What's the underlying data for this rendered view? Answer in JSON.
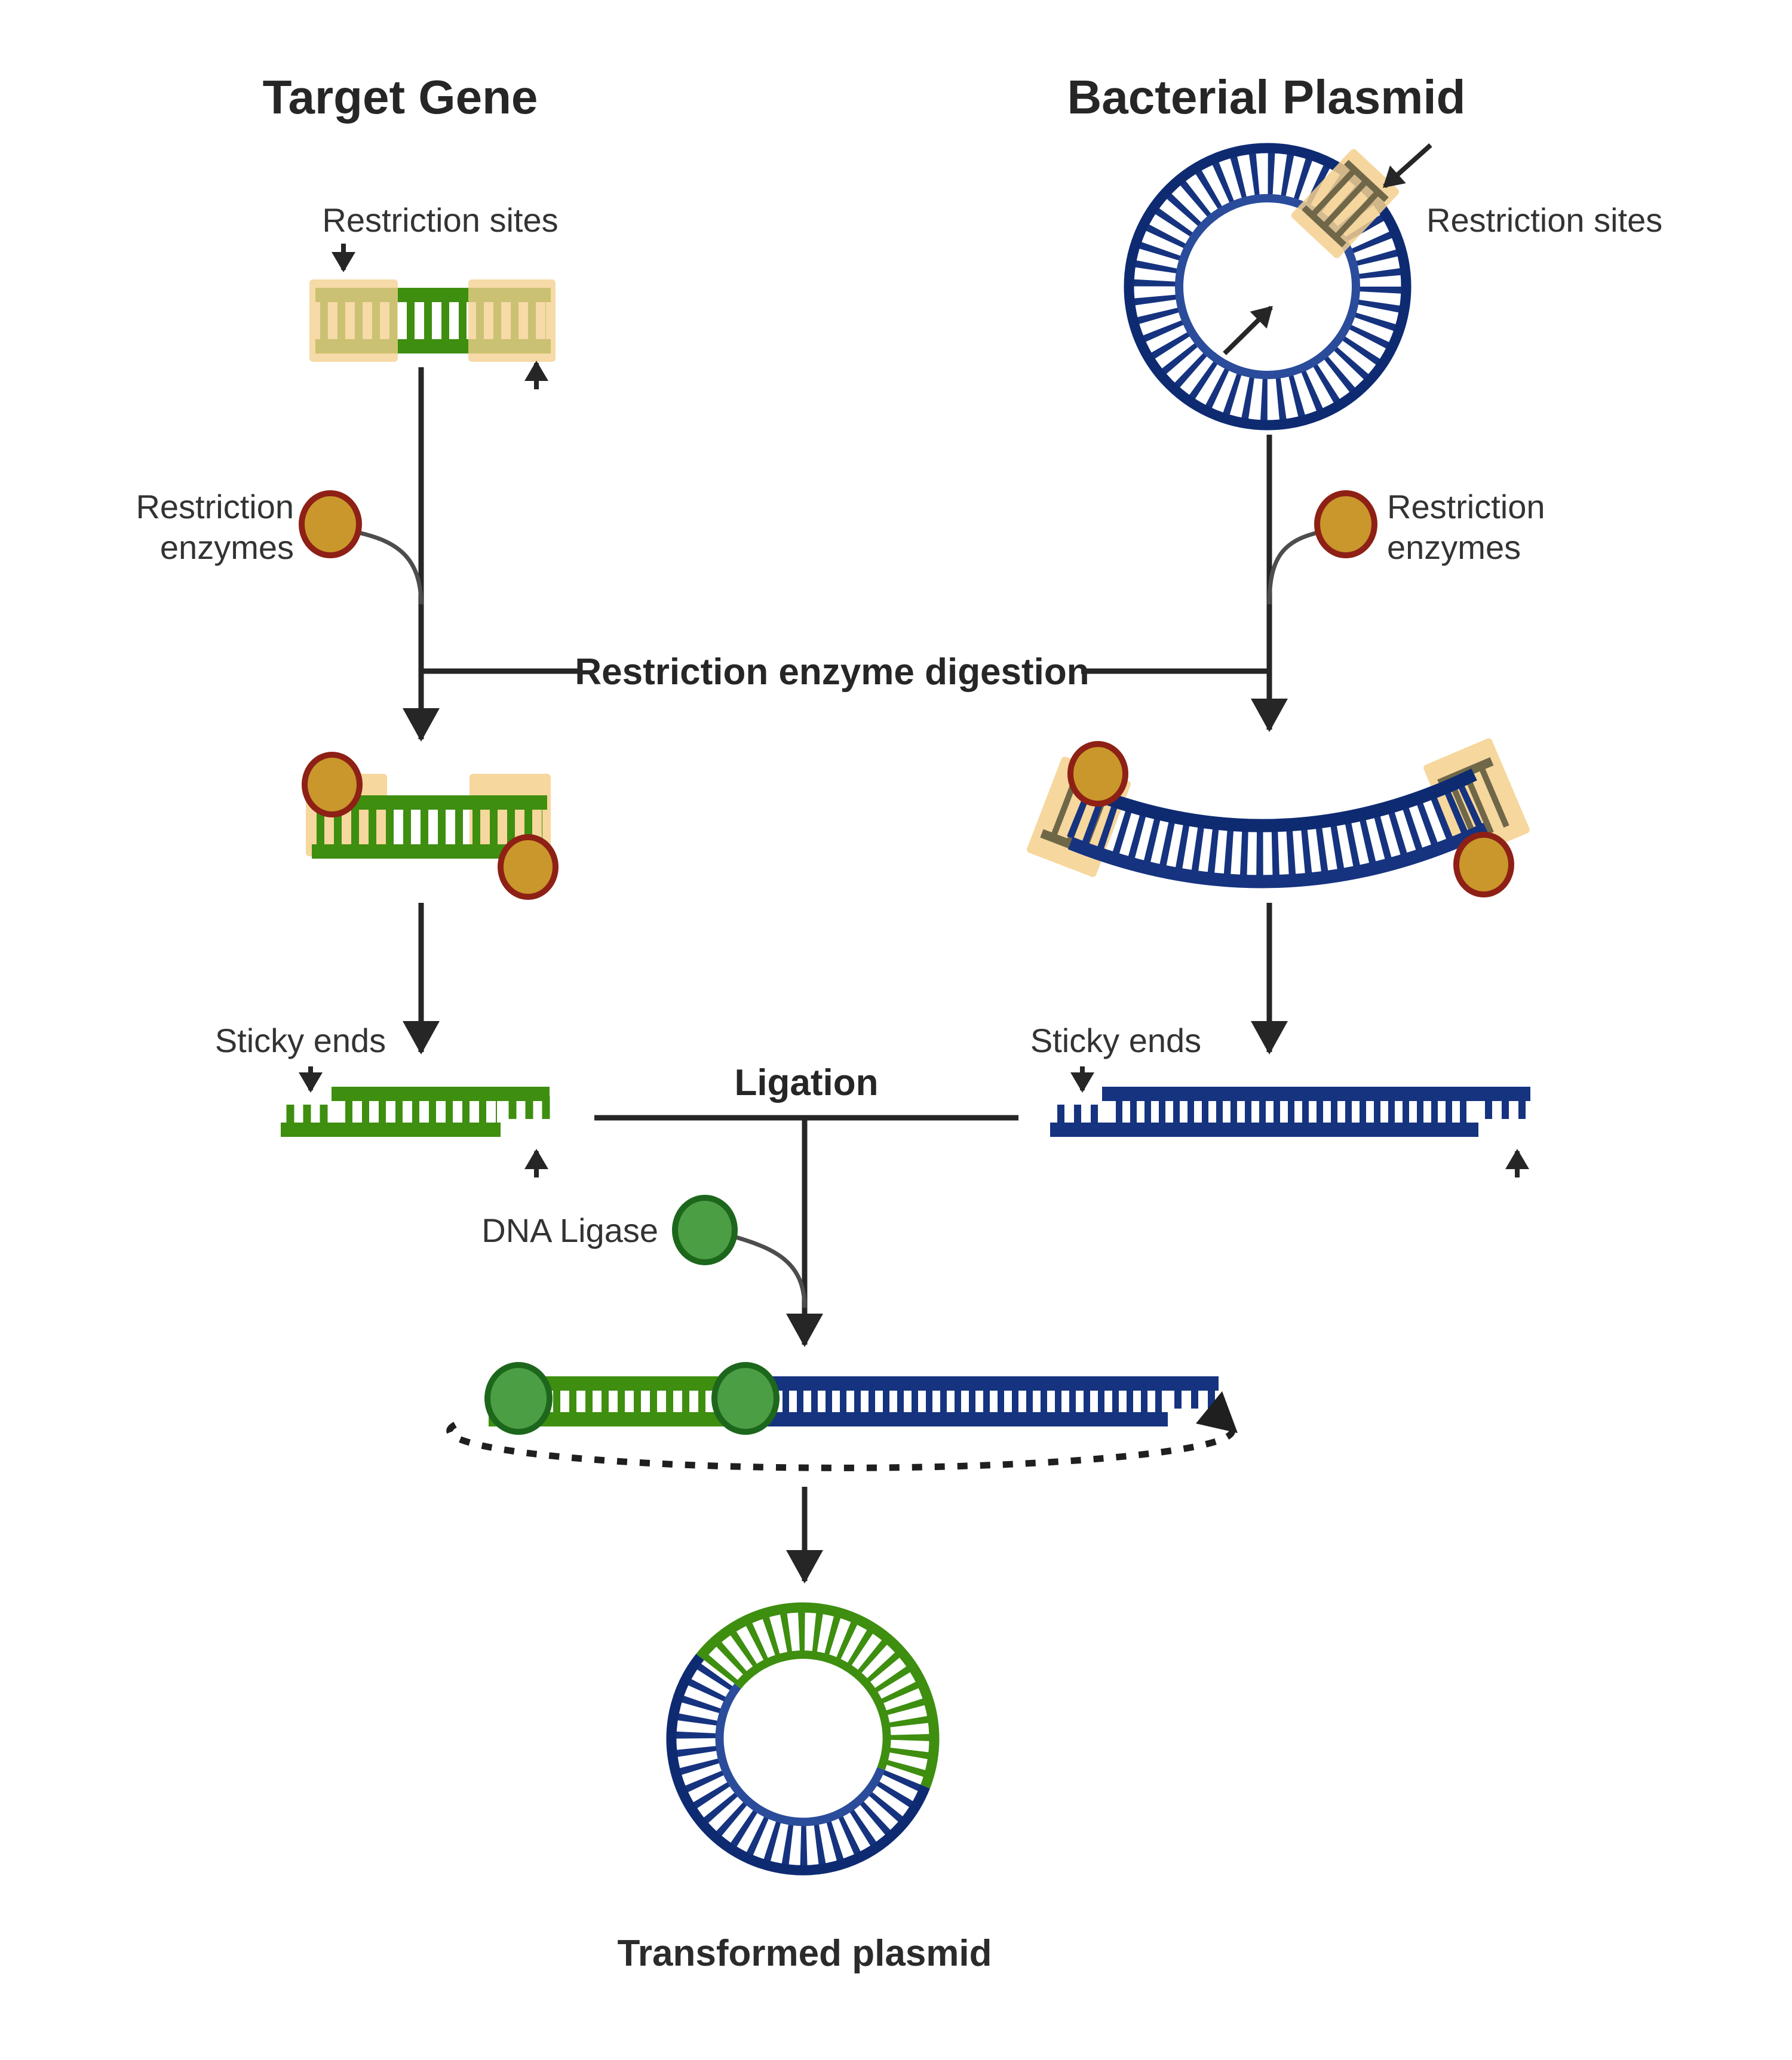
{
  "left_column": {
    "title": "Target Gene",
    "restriction_sites_label": "Restriction sites",
    "restriction_enzymes_label": {
      "line1": "Restriction",
      "line2": "enzymes"
    },
    "sticky_ends_label": "Sticky ends"
  },
  "right_column": {
    "title": "Bacterial Plasmid",
    "restriction_sites_label": "Restriction sites",
    "restriction_enzymes_label": {
      "line1": "Restriction",
      "line2": "enzymes"
    },
    "sticky_ends_label": "Sticky ends"
  },
  "steps": {
    "digestion_label": "Restriction enzyme digestion",
    "ligation_label": "Ligation",
    "dna_ligase_label": "DNA Ligase"
  },
  "result_label": "Transformed plasmid",
  "colors": {
    "gene_green": "#3e8e10",
    "plasmid_navy": "#16337f",
    "plasmid_outer_navy": "#0e2b72",
    "plasmid_inner_blue": "#2a4c9b",
    "restriction_site_tan": "#f6d79d",
    "site_rung_grey": "#6f6748",
    "enzyme_gold": "#c9972b",
    "enzyme_outline": "#8e2016",
    "ligase_green": "#4c9e44",
    "ligase_outline": "#1c671c",
    "arrow_black": "#262626"
  }
}
